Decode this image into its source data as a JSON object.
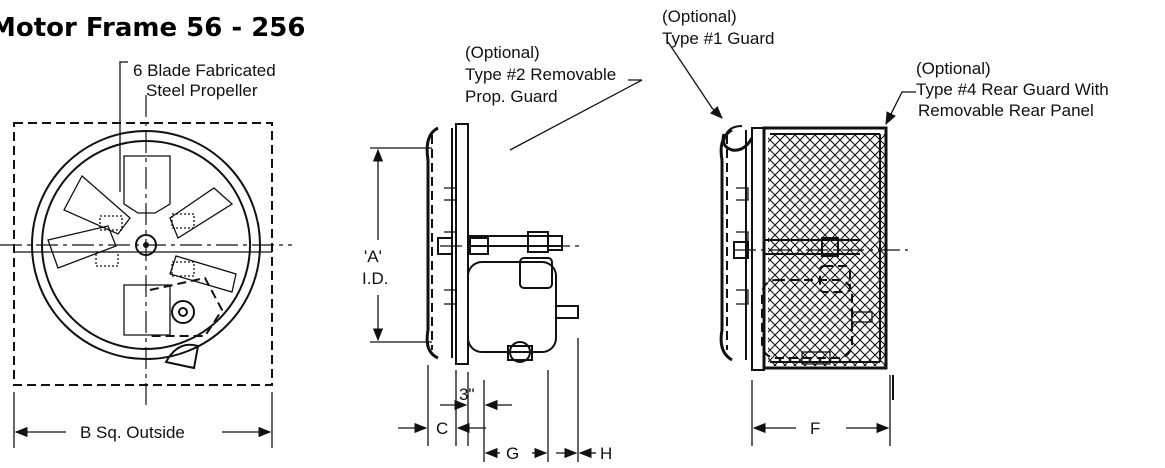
{
  "title": "Motor Frame 56 - 256",
  "labels": {
    "propeller_line1": "6 Blade Fabricated",
    "propeller_line2": "Steel Propeller",
    "guard2_line1": "(Optional)",
    "guard2_line2": "Type #2 Removable",
    "guard2_line3": "Prop. Guard",
    "guard1_line1": "(Optional)",
    "guard1_line2": "Type #1 Guard",
    "guard4_line1": "(Optional)",
    "guard4_line2": "Type #4 Rear Guard With",
    "guard4_line3": "Removable Rear Panel"
  },
  "dimensions": {
    "a_line1": "'A'",
    "a_line2": "I.D.",
    "b": "B Sq. Outside",
    "c": "C",
    "three_in": "3\"",
    "g": "G",
    "h": "H",
    "f": "F"
  }
}
